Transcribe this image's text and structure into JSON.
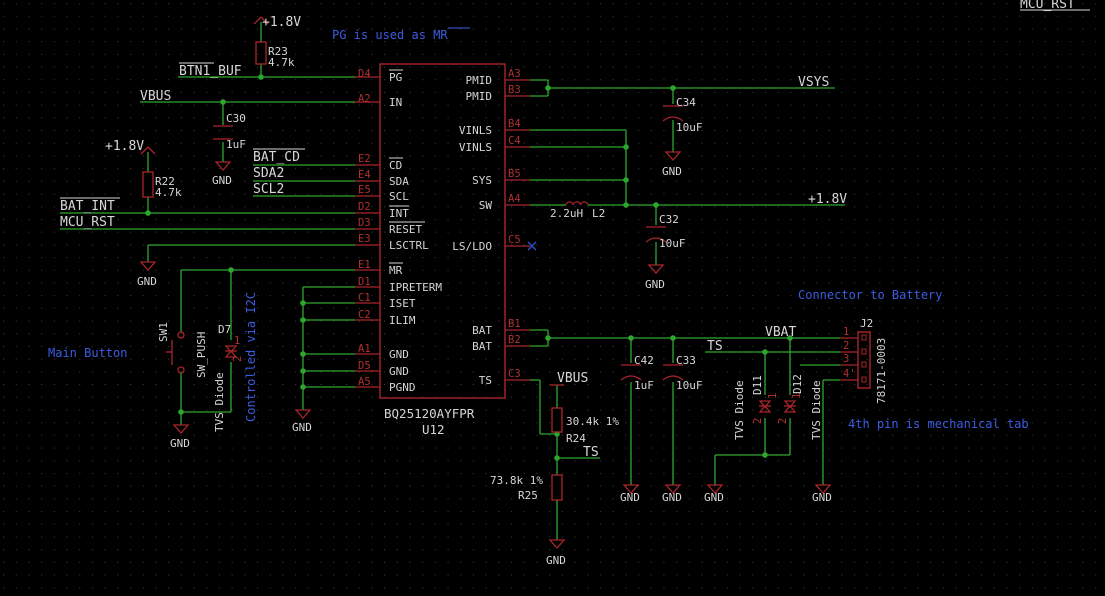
{
  "notes": {
    "pg_mr": "PG is used as MR",
    "connector": "Connector to Battery",
    "main_button": "Main Button",
    "controlled": "Controlled via I2C",
    "pin4": "4th pin is mechanical tab"
  },
  "nets": {
    "btn1_buf": "BTN1_BUF",
    "vbus": "VBUS",
    "bat_cd": "BAT_CD",
    "sda2": "SDA2",
    "scl2": "SCL2",
    "bat_int": "BAT_INT",
    "mcu_rst": "MCU_RST",
    "mcu_rst_corner": "MCU_RST",
    "vsys": "VSYS",
    "p18_out": "+1.8V",
    "ts": "TS",
    "ts2": "TS",
    "vbat": "VBAT",
    "vbus2": "VBUS"
  },
  "power": {
    "p18_top": "+1.8V",
    "p18_left": "+1.8V",
    "gnd": "GND"
  },
  "u12": {
    "ref": "U12",
    "value": "BQ25120AYFPR",
    "left_pins": [
      {
        "num": "D4",
        "name": "PG"
      },
      {
        "num": "A2",
        "name": "IN"
      },
      {
        "num": "E2",
        "name": "CD"
      },
      {
        "num": "E4",
        "name": "SDA"
      },
      {
        "num": "E5",
        "name": "SCL"
      },
      {
        "num": "D2",
        "name": "INT"
      },
      {
        "num": "D3",
        "name": "RESET"
      },
      {
        "num": "E3",
        "name": "LSCTRL"
      },
      {
        "num": "E1",
        "name": "MR"
      },
      {
        "num": "D1",
        "name": "IPRETERM"
      },
      {
        "num": "C1",
        "name": "ISET"
      },
      {
        "num": "C2",
        "name": "ILIM"
      },
      {
        "num": "A1",
        "name": "GND"
      },
      {
        "num": "D5",
        "name": "GND"
      },
      {
        "num": "A5",
        "name": "PGND"
      }
    ],
    "right_pins": [
      {
        "num": "A3",
        "name": "PMID"
      },
      {
        "num": "B3",
        "name": "PMID"
      },
      {
        "num": "B4",
        "name": "VINLS"
      },
      {
        "num": "C4",
        "name": "VINLS"
      },
      {
        "num": "B5",
        "name": "SYS"
      },
      {
        "num": "A4",
        "name": "SW"
      },
      {
        "num": "C5",
        "name": "LS/LDO"
      },
      {
        "num": "B1",
        "name": "BAT"
      },
      {
        "num": "B2",
        "name": "BAT"
      },
      {
        "num": "C3",
        "name": "TS"
      }
    ]
  },
  "parts": {
    "r23": {
      "ref": "R23",
      "value": "4.7k"
    },
    "r22": {
      "ref": "R22",
      "value": "4.7k"
    },
    "c30": {
      "ref": "C30",
      "value": "1uF"
    },
    "c34": {
      "ref": "C34",
      "value": "10uF"
    },
    "c32": {
      "ref": "C32",
      "value": "10uF"
    },
    "l2": {
      "ref": "L2",
      "value": "2.2uH"
    },
    "c42": {
      "ref": "C42",
      "value": "1uF"
    },
    "c33": {
      "ref": "C33",
      "value": "10uF"
    },
    "r24": {
      "ref": "R24",
      "value": "30.4k 1%"
    },
    "r25": {
      "ref": "R25",
      "value": "73.8k 1%"
    },
    "sw1": {
      "ref": "SW1",
      "value": "SW_PUSH"
    },
    "d7": {
      "ref": "D7",
      "value": "TVS Diode",
      "pin1": "1",
      "pin2": "2"
    },
    "d11": {
      "ref": "D11",
      "value": "TVS Diode",
      "pin1": "1",
      "pin2": "2"
    },
    "d12": {
      "ref": "D12",
      "value": "TVS Diode",
      "pin1": "1",
      "pin2": "2"
    },
    "j2": {
      "ref": "J2",
      "value": "78171-0003",
      "pins": [
        "1",
        "2",
        "3",
        "4"
      ],
      "pin4_label": "4'"
    }
  }
}
